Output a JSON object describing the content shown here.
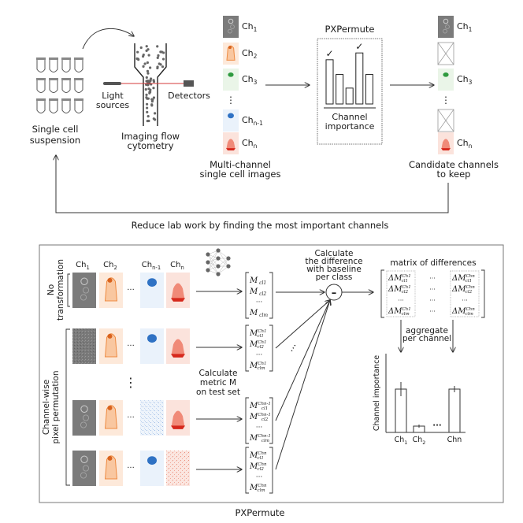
{
  "top": {
    "suspension_label": [
      "Single cell",
      "suspension"
    ],
    "cytometry_label": [
      "Imaging flow",
      "cytometry"
    ],
    "light_sources_label": [
      "Light",
      "sources"
    ],
    "detectors_label": "Detectors",
    "channels": [
      {
        "base": "Ch",
        "sub": "1",
        "color": "#6e6e6e"
      },
      {
        "base": "Ch",
        "sub": "2",
        "color": "#f08a3c"
      },
      {
        "base": "Ch",
        "sub": "3",
        "color": "#2e9a3c"
      },
      {
        "base": "Ch",
        "sub": "n-1",
        "color": "#2f6fc0"
      },
      {
        "base": "Ch",
        "sub": "n",
        "color": "#e03a2a"
      }
    ],
    "vertical_ellipsis": "⋮",
    "multichannel_label": [
      "Multi-channel",
      "single cell images"
    ],
    "pxpermute_title": "PXPermute",
    "pxpermute_box_label": [
      "Channel",
      "importance"
    ],
    "pxpermute_bars": [
      0.78,
      0.52,
      0.28,
      0.9,
      0.52
    ],
    "pxpermute_checked": [
      0,
      3
    ],
    "check_glyph": "✓",
    "kept_label": [
      "Candidate channels",
      "to keep"
    ],
    "kept_channels": [
      {
        "base": "Ch",
        "sub": "1",
        "kept": true
      },
      {
        "base": "",
        "sub": "",
        "kept": false
      },
      {
        "base": "Ch",
        "sub": "3",
        "kept": true
      },
      {
        "base": "",
        "sub": "",
        "kept": false
      },
      {
        "base": "Ch",
        "sub": "n",
        "kept": true
      }
    ],
    "loop_label": "Reduce lab work by finding the most important channels"
  },
  "bottom": {
    "column_headers": [
      {
        "base": "Ch",
        "sub": "1"
      },
      {
        "base": "Ch",
        "sub": "2"
      },
      {
        "base": "Ch",
        "sub": "n-1"
      },
      {
        "base": "Ch",
        "sub": "n"
      }
    ],
    "row_group_no_transform": [
      "No",
      "transformation"
    ],
    "row_group_permutation": [
      "Channel-wise",
      "pixel permutation"
    ],
    "h_ellipsis": "···",
    "calc_metric_label": [
      "Calculate",
      "metric M",
      "on test set"
    ],
    "calc_diff_label": [
      "Calculate",
      "the difference",
      "with baseline",
      "per class"
    ],
    "minus_glyph": "–",
    "matrix_diff_title": "matrix of differences",
    "aggregate_label": [
      "aggregate",
      "per channel"
    ],
    "metric_symbol": "M",
    "delta_metric_symbol": "ΔM",
    "class_subs": [
      "cl1",
      "cl2",
      "clm"
    ],
    "baseline_vector": [
      "cl",
      "cl",
      "cl"
    ],
    "perm_vector_superscripts": [
      "Ch1",
      "Chn-1",
      "Chn"
    ],
    "chart_title_y": "Channel importance",
    "footer_label": "PXPermute"
  },
  "chart_data": {
    "type": "bar",
    "title": "",
    "xlabel": "",
    "ylabel": "Channel importance",
    "categories": [
      "Ch1",
      "Ch2",
      "...",
      "Chn"
    ],
    "values": [
      0.55,
      0.08,
      null,
      0.55
    ],
    "error": [
      0.09,
      0.02,
      null,
      0.04
    ],
    "ylim": [
      0,
      1
    ],
    "grid": false,
    "legend": "none"
  }
}
